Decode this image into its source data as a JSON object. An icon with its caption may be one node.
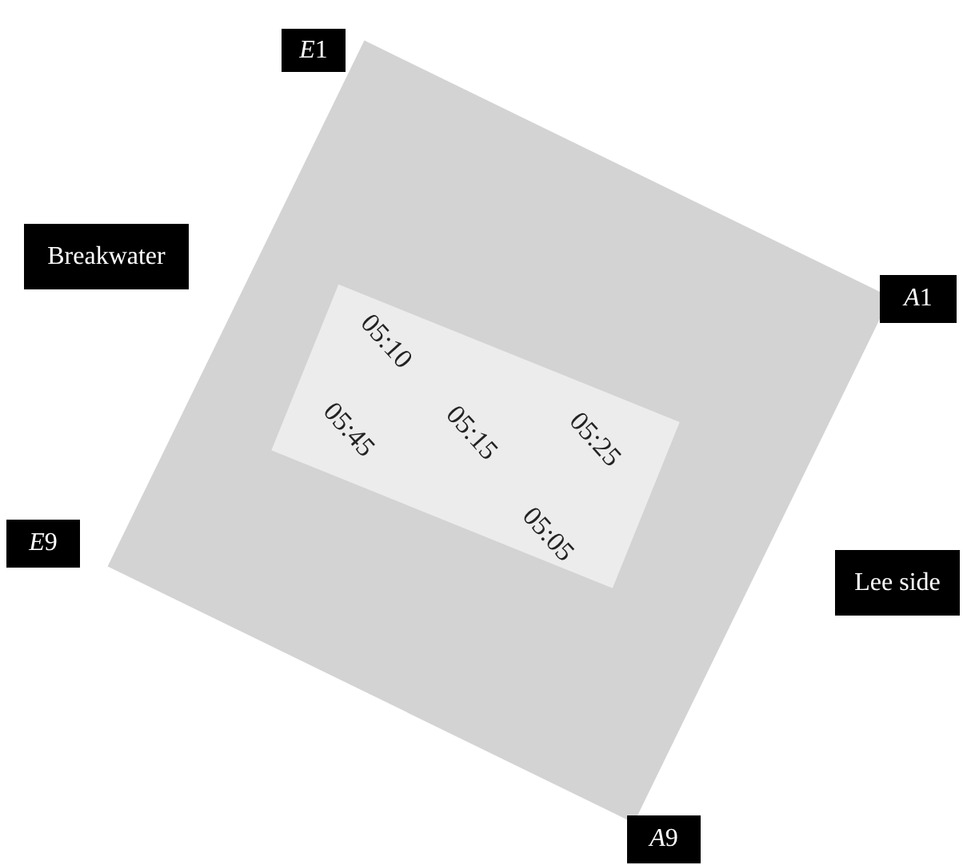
{
  "diagram": {
    "nodes": [
      {
        "text": [],
        "shape": "box"
      },
      {
        "text": [
          "05:10",
          "05:45",
          "05:15",
          "05:25",
          "05:05"
        ],
        "in": 0
      },
      {
        "text": [
          "E1"
        ]
      },
      {
        "text": [
          "Breakwater"
        ]
      },
      {
        "text": [
          "A1"
        ]
      },
      {
        "text": [
          "E9"
        ]
      },
      {
        "text": [
          "Lee side"
        ]
      },
      {
        "text": [
          "A9"
        ]
      }
    ],
    "edges": []
  }
}
